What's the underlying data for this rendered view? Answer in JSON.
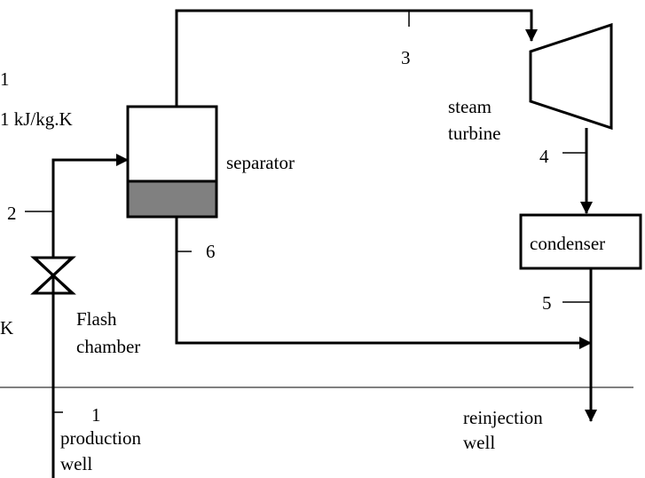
{
  "diagram": {
    "edge_text": {
      "line1": "1",
      "line2": "1 kJ/kg.K",
      "line3": "K"
    },
    "components": {
      "separator": "separator",
      "steam_turbine_line1": "steam",
      "steam_turbine_line2": "turbine",
      "condenser": "condenser",
      "flash_chamber_line1": "Flash",
      "flash_chamber_line2": "chamber",
      "production_well_line1": "production",
      "production_well_line2": "well",
      "reinjection_well_line1": "reinjection",
      "reinjection_well_line2": "well"
    },
    "states": {
      "s1": "1",
      "s2": "2",
      "s3": "3",
      "s4": "4",
      "s5": "5",
      "s6": "6"
    },
    "colors": {
      "line": "#000000",
      "separator_liquid": "#808080",
      "background": "#ffffff"
    }
  }
}
